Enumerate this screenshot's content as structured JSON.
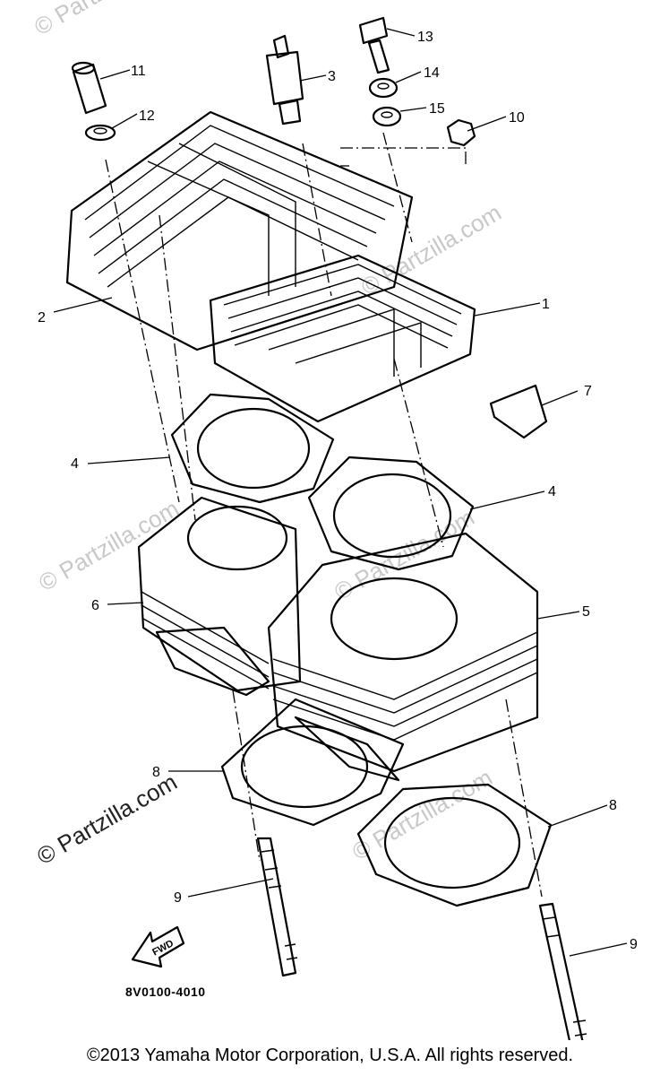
{
  "callouts": [
    {
      "id": "1",
      "text": "1"
    },
    {
      "id": "2",
      "text": "2"
    },
    {
      "id": "3",
      "text": "3"
    },
    {
      "id": "4a",
      "text": "4"
    },
    {
      "id": "4b",
      "text": "4"
    },
    {
      "id": "5",
      "text": "5"
    },
    {
      "id": "6",
      "text": "6"
    },
    {
      "id": "7",
      "text": "7"
    },
    {
      "id": "8a",
      "text": "8"
    },
    {
      "id": "8b",
      "text": "8"
    },
    {
      "id": "9a",
      "text": "9"
    },
    {
      "id": "9b",
      "text": "9"
    },
    {
      "id": "10",
      "text": "10"
    },
    {
      "id": "11",
      "text": "11"
    },
    {
      "id": "12",
      "text": "12"
    },
    {
      "id": "13",
      "text": "13"
    },
    {
      "id": "14",
      "text": "14"
    },
    {
      "id": "15",
      "text": "15"
    }
  ],
  "fwd_label": "FWD",
  "diagram_code": "8V0100-4010",
  "watermark": "© Partzilla.com",
  "copyright": "©2013  Yamaha Motor Corporation, U.S.A. All rights reserved."
}
